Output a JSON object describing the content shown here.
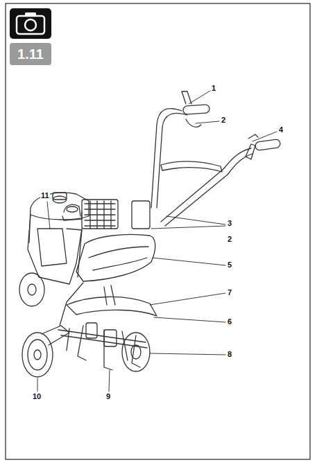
{
  "diagram": {
    "nodes": [
      {
        "text": [
          "1.11"
        ]
      }
    ],
    "labels": [
      "1",
      "2",
      "4",
      "11",
      "3",
      "2",
      "5",
      "7",
      "6",
      "8",
      "10",
      "9"
    ]
  }
}
